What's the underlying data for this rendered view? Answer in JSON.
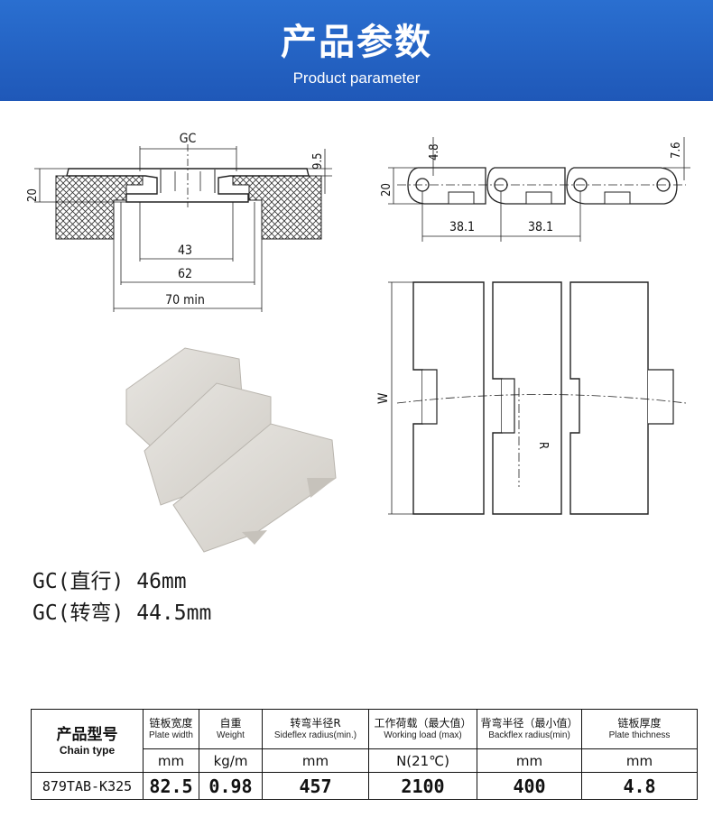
{
  "header": {
    "title": "产品参数",
    "subtitle": "Product parameter",
    "background_color": "#2266c8"
  },
  "drawing_section": {
    "dimension_labels": {
      "gc": "GC",
      "nine_point_five": "9.5",
      "twenty_left": "20",
      "forty_three": "43",
      "sixty_two": "62",
      "seventy_min": "70 min",
      "four_point_eight": "4.8",
      "seven_point_six": "7.6",
      "twenty_right": "20",
      "pitch_1": "38.1",
      "pitch_2": "38.1",
      "w": "W",
      "r": "R"
    }
  },
  "gc_notes": [
    "GC(直行) 46mm",
    "GC(转弯) 44.5mm"
  ],
  "spec_table": {
    "header": {
      "model_cn": "产品型号",
      "model_en": "Chain type",
      "columns": [
        {
          "cn": "链板宽度",
          "en": "Plate width"
        },
        {
          "cn": "自重",
          "en": "Weight"
        },
        {
          "cn": "转弯半径R",
          "en": "Sideflex radius(min.)"
        },
        {
          "cn": "工作荷载（最大值）",
          "en": "Working load  (max)"
        },
        {
          "cn": "背弯半径（最小值）",
          "en": "Backflex radius(min)"
        },
        {
          "cn": "链板厚度",
          "en": "Plate thichness"
        }
      ]
    },
    "units": [
      "mm",
      "kg/m",
      "mm",
      "N(21℃)",
      "mm",
      "mm"
    ],
    "row": {
      "model": "879TAB-K325",
      "values": [
        "82.5",
        "0.98",
        "457",
        "2100",
        "400",
        "4.8"
      ]
    }
  }
}
